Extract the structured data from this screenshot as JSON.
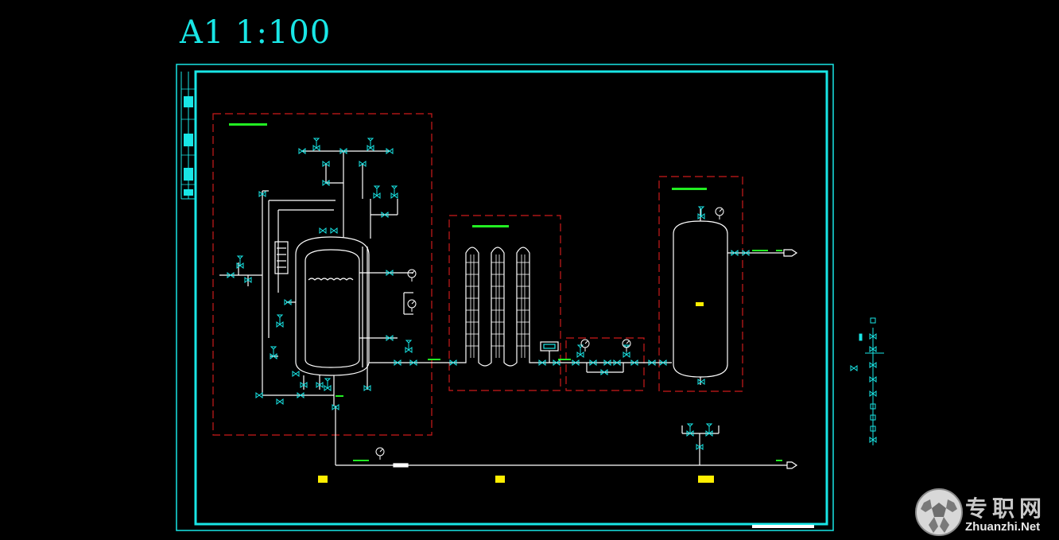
{
  "window": {
    "scale_label": "A1 1:100"
  },
  "colors": {
    "background": "#000000",
    "frame": "#19e6e6",
    "boundary": "#cc1a1a",
    "pipe": "#ffffff",
    "equipment": "#19e6e6",
    "label": "#22ee22",
    "marker": "#ffee00"
  },
  "watermark": {
    "chinese": "专职网",
    "english": "Zhuanzhi.Net",
    "logo": "soccer-ball-logo"
  },
  "diagram": {
    "units": [
      "boiler-unit",
      "coil-heat-exchanger",
      "valve-station",
      "storage-tank"
    ],
    "icons": [
      "valve-icon",
      "safety-valve-icon",
      "pressure-gauge-icon",
      "outlet-arrow-icon",
      "title-block-icon"
    ]
  }
}
